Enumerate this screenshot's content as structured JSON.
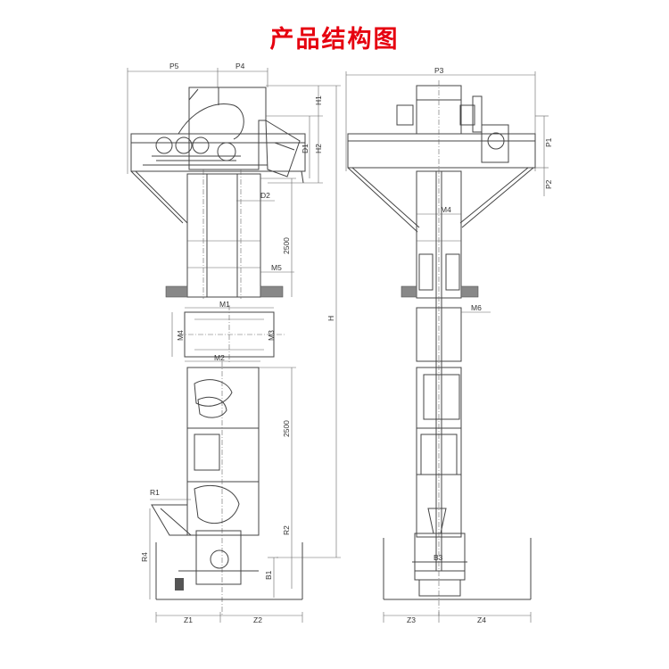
{
  "title": "产品结构图",
  "colors": {
    "title": "#e6000f",
    "line": "#444444"
  },
  "dimension_labels": {
    "P5": "P5",
    "P4": "P4",
    "P3": "P3",
    "H1": "H1",
    "H2": "H2",
    "D1": "D1",
    "D2": "D2",
    "dim_2500_top": "2500",
    "M5": "M5",
    "H": "H",
    "M1": "M1",
    "M4": "M4",
    "M3": "M3",
    "M2": "M2",
    "dim_2500_bottom": "2500",
    "R1": "R1",
    "R2": "R2",
    "R4": "R4",
    "B1": "B1",
    "Z1": "Z1",
    "Z2": "Z2",
    "P1": "P1",
    "P2": "P2",
    "M4_right": "M4",
    "M6": "M6",
    "B3": "B3",
    "Z3": "Z3",
    "Z4": "Z4"
  }
}
